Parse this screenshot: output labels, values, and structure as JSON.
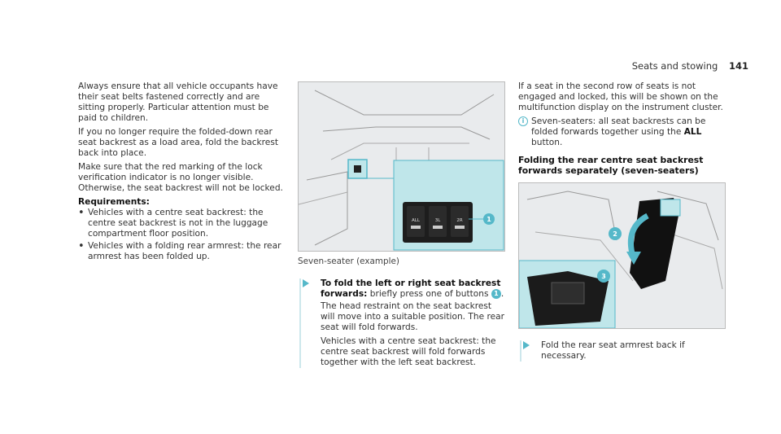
{
  "header": {
    "section": "Seats and stowing",
    "page_number": "141"
  },
  "col1": {
    "p1": "Always ensure that all vehicle occupants have their seat belts fastened correctly and are sitting properly. Particular attention must be paid to children.",
    "p2": "If you no longer require the folded-down rear seat backrest as a load area, fold the backrest back into place.",
    "p3": "Make sure that the red marking of the lock verification indicator is no longer visible. Otherwise, the seat backrest will not be locked.",
    "requirements_label": "Requirements:",
    "requirements": [
      "Vehicles with a centre seat backrest: the centre seat backrest is not in the luggage compartment floor position.",
      "Vehicles with a folding rear armrest: the rear armrest has been folded up."
    ]
  },
  "col2": {
    "figure": {
      "buttons": [
        "ALL",
        "3L",
        "2R"
      ],
      "callout": "1"
    },
    "caption": "Seven-seater (example)",
    "step_title": "To fold the left or right seat backrest forwards:",
    "step_text_1": "briefly press one of buttons",
    "callout": "1",
    "step_text_2": ".",
    "step_p2": "The head restraint on the seat backrest will move into a suitable position. The rear seat will fold forwards.",
    "step_p3": "Vehicles with a centre seat backrest: the centre seat backrest will fold forwards together with the left seat backrest."
  },
  "col3": {
    "p1": "If a seat in the second row of seats is not engaged and locked, this will be shown on the multifunction display on the instrument cluster.",
    "note_text_1": "Seven-seaters: all seat backrests can be folded forwards together using the",
    "note_all": "ALL",
    "note_text_2": "button.",
    "section_title": "Folding the rear centre seat backrest forwards separately (seven-seaters)",
    "figure": {
      "callout_2": "2",
      "callout_3": "3"
    },
    "step_text": "Fold the rear seat armrest back if necessary."
  },
  "colors": {
    "accent": "#55b8c9",
    "panel": "#bfe6ea"
  }
}
